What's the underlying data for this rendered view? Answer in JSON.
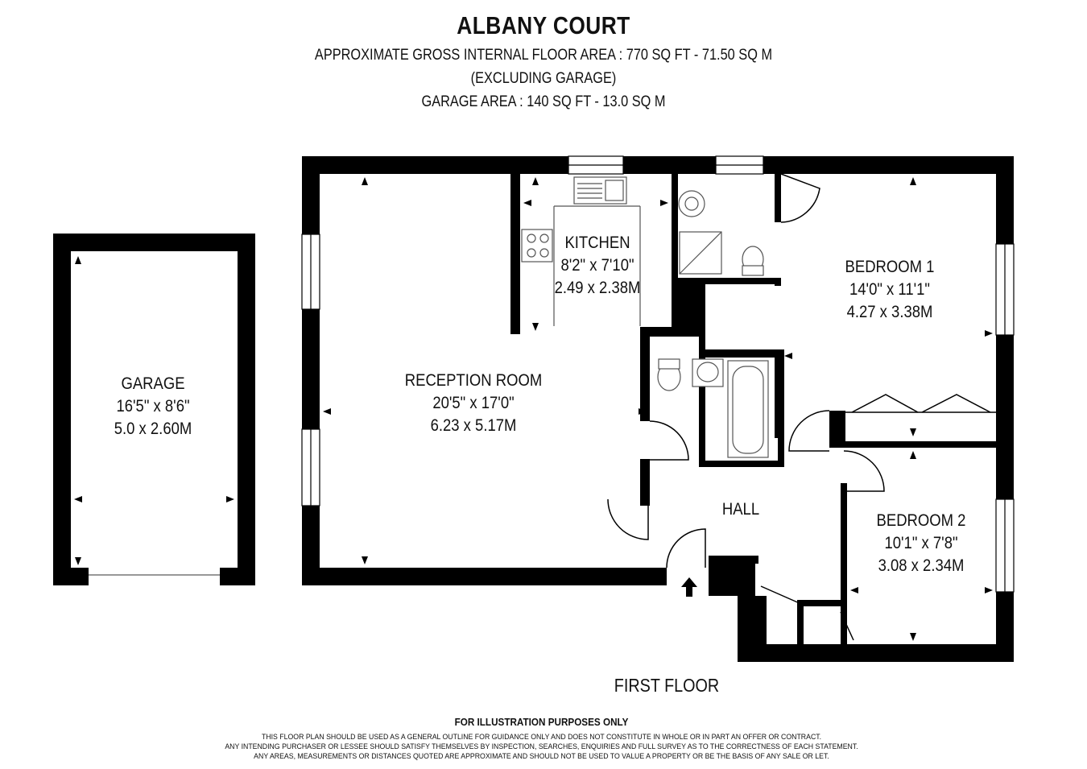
{
  "header": {
    "title": "ALBANY COURT",
    "line1": "APPROXIMATE GROSS INTERNAL FLOOR AREA : 770 SQ FT - 71.50 SQ M",
    "line2": "(EXCLUDING GARAGE)",
    "line3": "GARAGE AREA : 140 SQ FT - 13.0 SQ M"
  },
  "rooms": {
    "garage": {
      "name": "GARAGE",
      "imperial": "16'5\" x 8'6\"",
      "metric": "5.0 x 2.60M"
    },
    "reception": {
      "name": "RECEPTION ROOM",
      "imperial": "20'5\" x 17'0\"",
      "metric": "6.23 x 5.17M"
    },
    "kitchen": {
      "name": "KITCHEN",
      "imperial": "8'2\" x 7'10\"",
      "metric": "2.49 x 2.38M"
    },
    "bedroom1": {
      "name": "BEDROOM 1",
      "imperial": "14'0\" x 11'1\"",
      "metric": "4.27 x 3.38M"
    },
    "bedroom2": {
      "name": "BEDROOM 2",
      "imperial": "10'1\" x 7'8\"",
      "metric": "3.08 x 2.34M"
    },
    "hall": {
      "name": "HALL"
    }
  },
  "floor_label": "FIRST FLOOR",
  "footer": {
    "heading": "FOR ILLUSTRATION PURPOSES ONLY",
    "line1": "THIS FLOOR PLAN SHOULD BE USED AS A GENERAL OUTLINE FOR GUIDANCE ONLY AND DOES NOT CONSTITUTE IN WHOLE OR IN PART AN OFFER OR CONTRACT.",
    "line2": "ANY INTENDING PURCHASER OR LESSEE SHOULD SATISFY THEMSELVES BY INSPECTION, SEARCHES, ENQUIRIES AND FULL SURVEY AS TO THE CORRECTNESS OF EACH STATEMENT.",
    "line3": "ANY AREAS, MEASUREMENTS OR DISTANCES QUOTED ARE APPROXIMATE AND SHOULD NOT BE USED TO VALUE A PROPERTY OR BE THE BASIS OF ANY SALE OR LET."
  },
  "colors": {
    "wall": "#000000",
    "background": "#ffffff",
    "fixture": "#555555"
  }
}
